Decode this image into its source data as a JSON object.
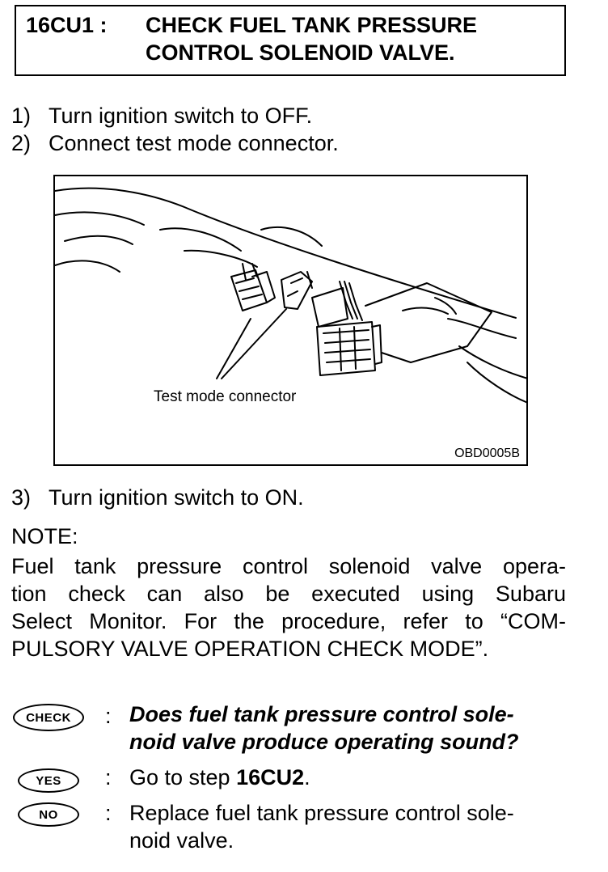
{
  "header": {
    "step_id": "16CU1 :",
    "title_line1": "CHECK FUEL TANK PRESSURE",
    "title_line2": "CONTROL SOLENOID VALVE."
  },
  "steps": [
    {
      "num": "1)",
      "text": "Turn ignition switch to OFF."
    },
    {
      "num": "2)",
      "text": "Connect test mode connector."
    },
    {
      "num": "3)",
      "text": "Turn ignition switch to ON."
    }
  ],
  "figure": {
    "label": "Test mode connector",
    "code": "OBD0005B"
  },
  "note": {
    "heading": "NOTE:",
    "lines": [
      "Fuel tank pressure control solenoid valve opera-",
      "tion check can also be executed using Subaru",
      "Select Monitor. For the procedure, refer to “COM-",
      "PULSORY VALVE OPERATION CHECK MODE”."
    ]
  },
  "check": {
    "badge": "CHECK",
    "colon": ":",
    "question_line1": "Does fuel tank pressure control sole-",
    "question_line2": "noid valve produce operating sound?"
  },
  "yes": {
    "badge": "YES",
    "colon": ":",
    "text_prefix": "Go to step ",
    "step": "16CU2",
    "suffix": "."
  },
  "no": {
    "badge": "NO",
    "colon": ":",
    "line1": "Replace fuel tank pressure control sole-",
    "line2": "noid valve."
  }
}
